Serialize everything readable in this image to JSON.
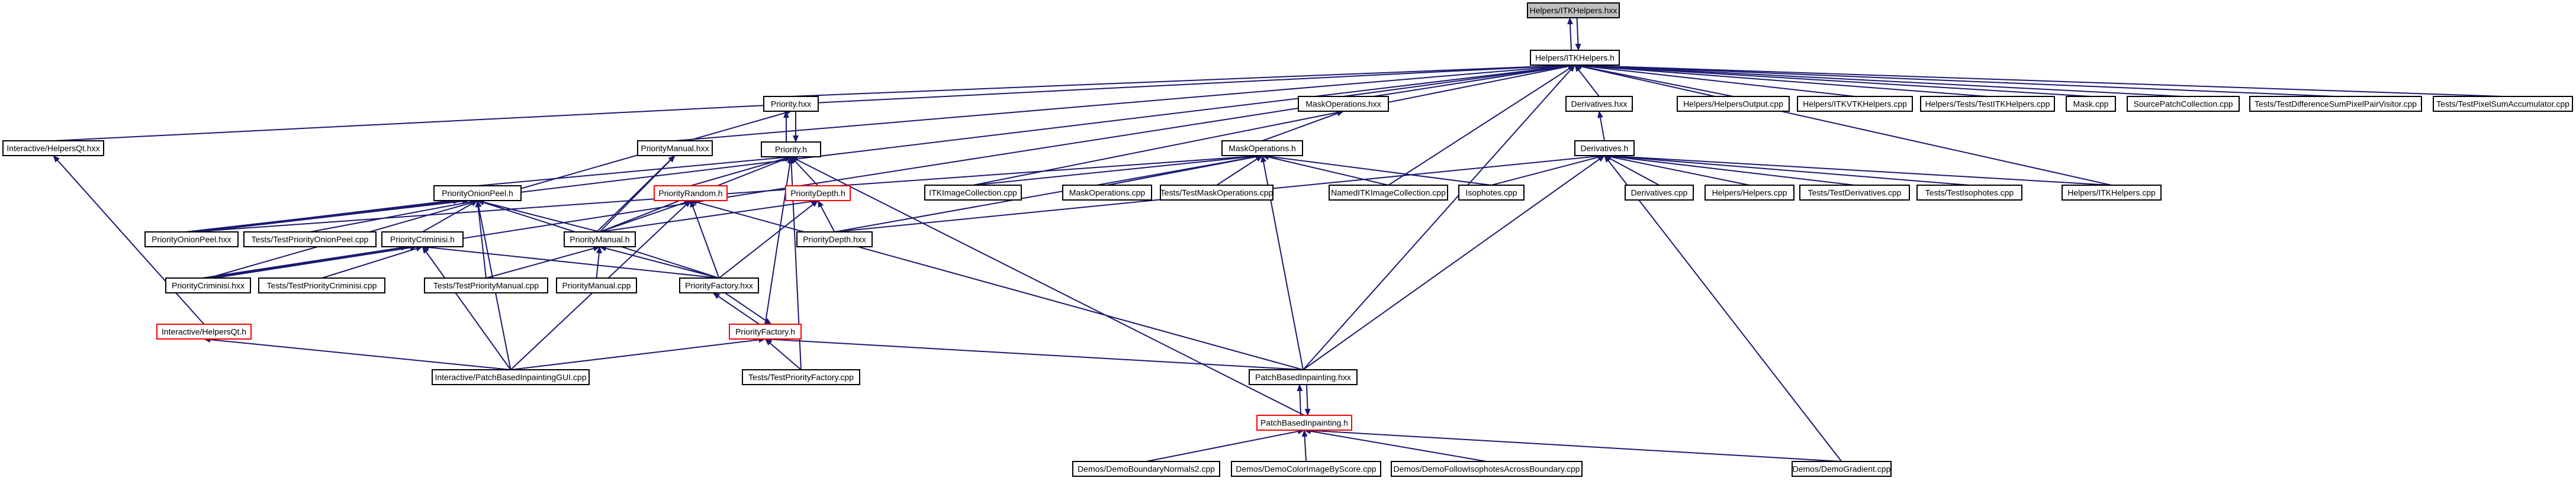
{
  "graph": {
    "edge_color": "#191970",
    "node_border_color": "#000000",
    "red_border_color": "#ff0000",
    "highlight_fill": "#bfbfbf",
    "nodes": {
      "itkhelpers_hxx": "Helpers/ITKHelpers.hxx",
      "itkhelpers_h": "Helpers/ITKHelpers.h",
      "interactive_helpers_qt_hxx": "Interactive/HelpersQt.hxx",
      "priority_hxx": "Priority.hxx",
      "priority_h": "Priority.h",
      "priority_manual_hxx": "PriorityManual.hxx",
      "mask_operations_hxx": "MaskOperations.hxx",
      "mask_operations_h": "MaskOperations.h",
      "derivatives_hxx": "Derivatives.hxx",
      "derivatives_h": "Derivatives.h",
      "helpers_output_cpp": "Helpers/HelpersOutput.cpp",
      "helpers_itkvtk_cpp": "Helpers/ITKVTKHelpers.cpp",
      "helpers_tests_itk_cpp": "Helpers/Tests/TestITKHelpers.cpp",
      "mask_cpp": "Mask.cpp",
      "source_patch_collection_cpp": "SourcePatchCollection.cpp",
      "test_diff_sum_cpp": "Tests/TestDifferenceSumPixelPairVisitor.cpp",
      "test_pixel_sum_cpp": "Tests/TestPixelSumAccumulator.cpp",
      "itk_image_collection_cpp": "ITKImageCollection.cpp",
      "mask_operations_cpp": "MaskOperations.cpp",
      "test_mask_operations_cpp": "Tests/TestMaskOperations.cpp",
      "named_itk_image_collection_cpp": "NamedITKImageCollection.cpp",
      "isophotes_cpp": "Isophotes.cpp",
      "derivatives_cpp": "Derivatives.cpp",
      "helpers_helpers_cpp": "Helpers/Helpers.cpp",
      "tests_test_derivatives_cpp": "Tests/TestDerivatives.cpp",
      "tests_test_isophotes_cpp": "Tests/TestIsophotes.cpp",
      "helpers_itkhelpers_cpp": "Helpers/ITKHelpers.cpp",
      "priority_onion_peel_h": "PriorityOnionPeel.h",
      "priority_random_h": "PriorityRandom.h",
      "priority_depth_h": "PriorityDepth.h",
      "priority_onion_peel_hxx": "PriorityOnionPeel.hxx",
      "test_priority_onion_peel_cpp": "Tests/TestPriorityOnionPeel.cpp",
      "priority_criminisi_h": "PriorityCriminisi.h",
      "priority_manual_h": "PriorityManual.h",
      "priority_depth_hxx": "PriorityDepth.hxx",
      "priority_criminisi_hxx": "PriorityCriminisi.hxx",
      "test_priority_criminisi_cpp": "Tests/TestPriorityCriminisi.cpp",
      "test_priority_manual_cpp": "Tests/TestPriorityManual.cpp",
      "priority_manual_cpp": "PriorityManual.cpp",
      "priority_factory_hxx": "PriorityFactory.hxx",
      "interactive_helpers_qt_h": "Interactive/HelpersQt.h",
      "priority_factory_h": "PriorityFactory.h",
      "interactive_pbi_gui_cpp": "Interactive/PatchBasedInpaintingGUI.cpp",
      "test_priority_factory_cpp": "Tests/TestPriorityFactory.cpp",
      "patch_based_inpainting_hxx": "PatchBasedInpainting.hxx",
      "patch_based_inpainting_h": "PatchBasedInpainting.h",
      "demo_boundary_normals_cpp": "Demos/DemoBoundaryNormals2.cpp",
      "demo_color_image_cpp": "Demos/DemoColorImageByScore.cpp",
      "demo_follow_isophotes_cpp": "Demos/DemoFollowIsophotesAcrossBoundary.cpp",
      "demo_gradient_cpp": "Demos/DemoGradient.cpp"
    }
  }
}
